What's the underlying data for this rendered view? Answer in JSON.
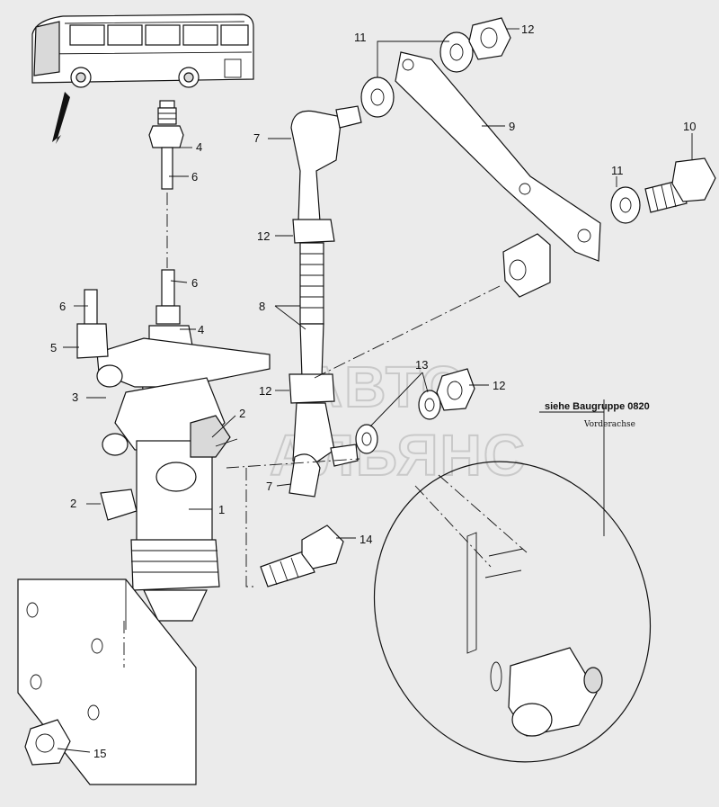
{
  "callouts": {
    "c1": "1",
    "c2a": "2",
    "c2b": "2",
    "c3": "3",
    "c4a": "4",
    "c4b": "4",
    "c5": "5",
    "c6a": "6",
    "c6b": "6",
    "c6c": "6",
    "c7a": "7",
    "c7b": "7",
    "c8": "8",
    "c9": "9",
    "c10": "10",
    "c11a": "11",
    "c11b": "11",
    "c12a": "12",
    "c12b": "12",
    "c12c": "12",
    "c12d": "12",
    "c13": "13",
    "c14": "14",
    "c15": "15"
  },
  "notes": {
    "see_group": "siehe Baugruppe 0820",
    "front_axle": "Vorderachse"
  },
  "watermark": {
    "line1": "АВТО",
    "line2": "АЛЬЯНС"
  },
  "colors": {
    "background": "#ebebeb",
    "ink": "#111111",
    "watermark": "#c9c9c9"
  },
  "icons": {
    "bus": "bus-icon",
    "direction": "direction-arrow-icon"
  }
}
